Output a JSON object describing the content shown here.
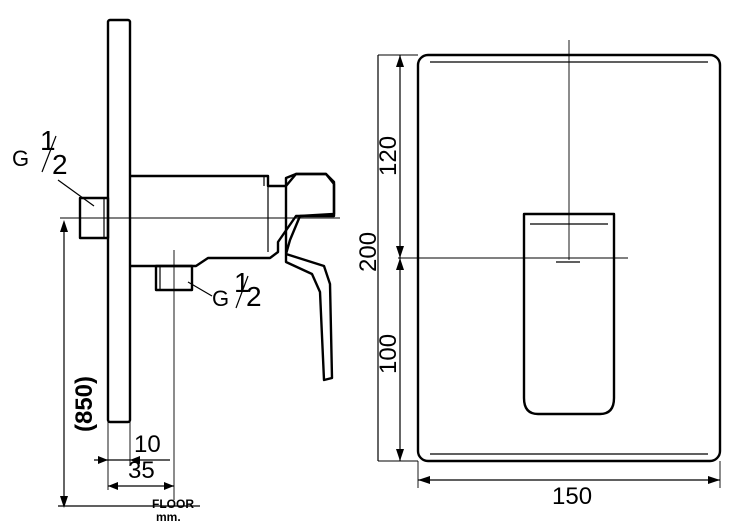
{
  "side_view": {
    "thread_top": {
      "g": "G",
      "num": "1",
      "den": "2"
    },
    "thread_bottom": {
      "g": "G",
      "num": "1",
      "den": "2"
    },
    "height_label": "(850)",
    "depth_10": "10",
    "depth_35": "35",
    "floor_label": "FLOOR",
    "floor_unit": "mm."
  },
  "front_view": {
    "dim_120": "120",
    "dim_200": "200",
    "dim_100": "100",
    "dim_150": "150"
  },
  "colors": {
    "line": "#000000",
    "background": "#ffffff"
  }
}
